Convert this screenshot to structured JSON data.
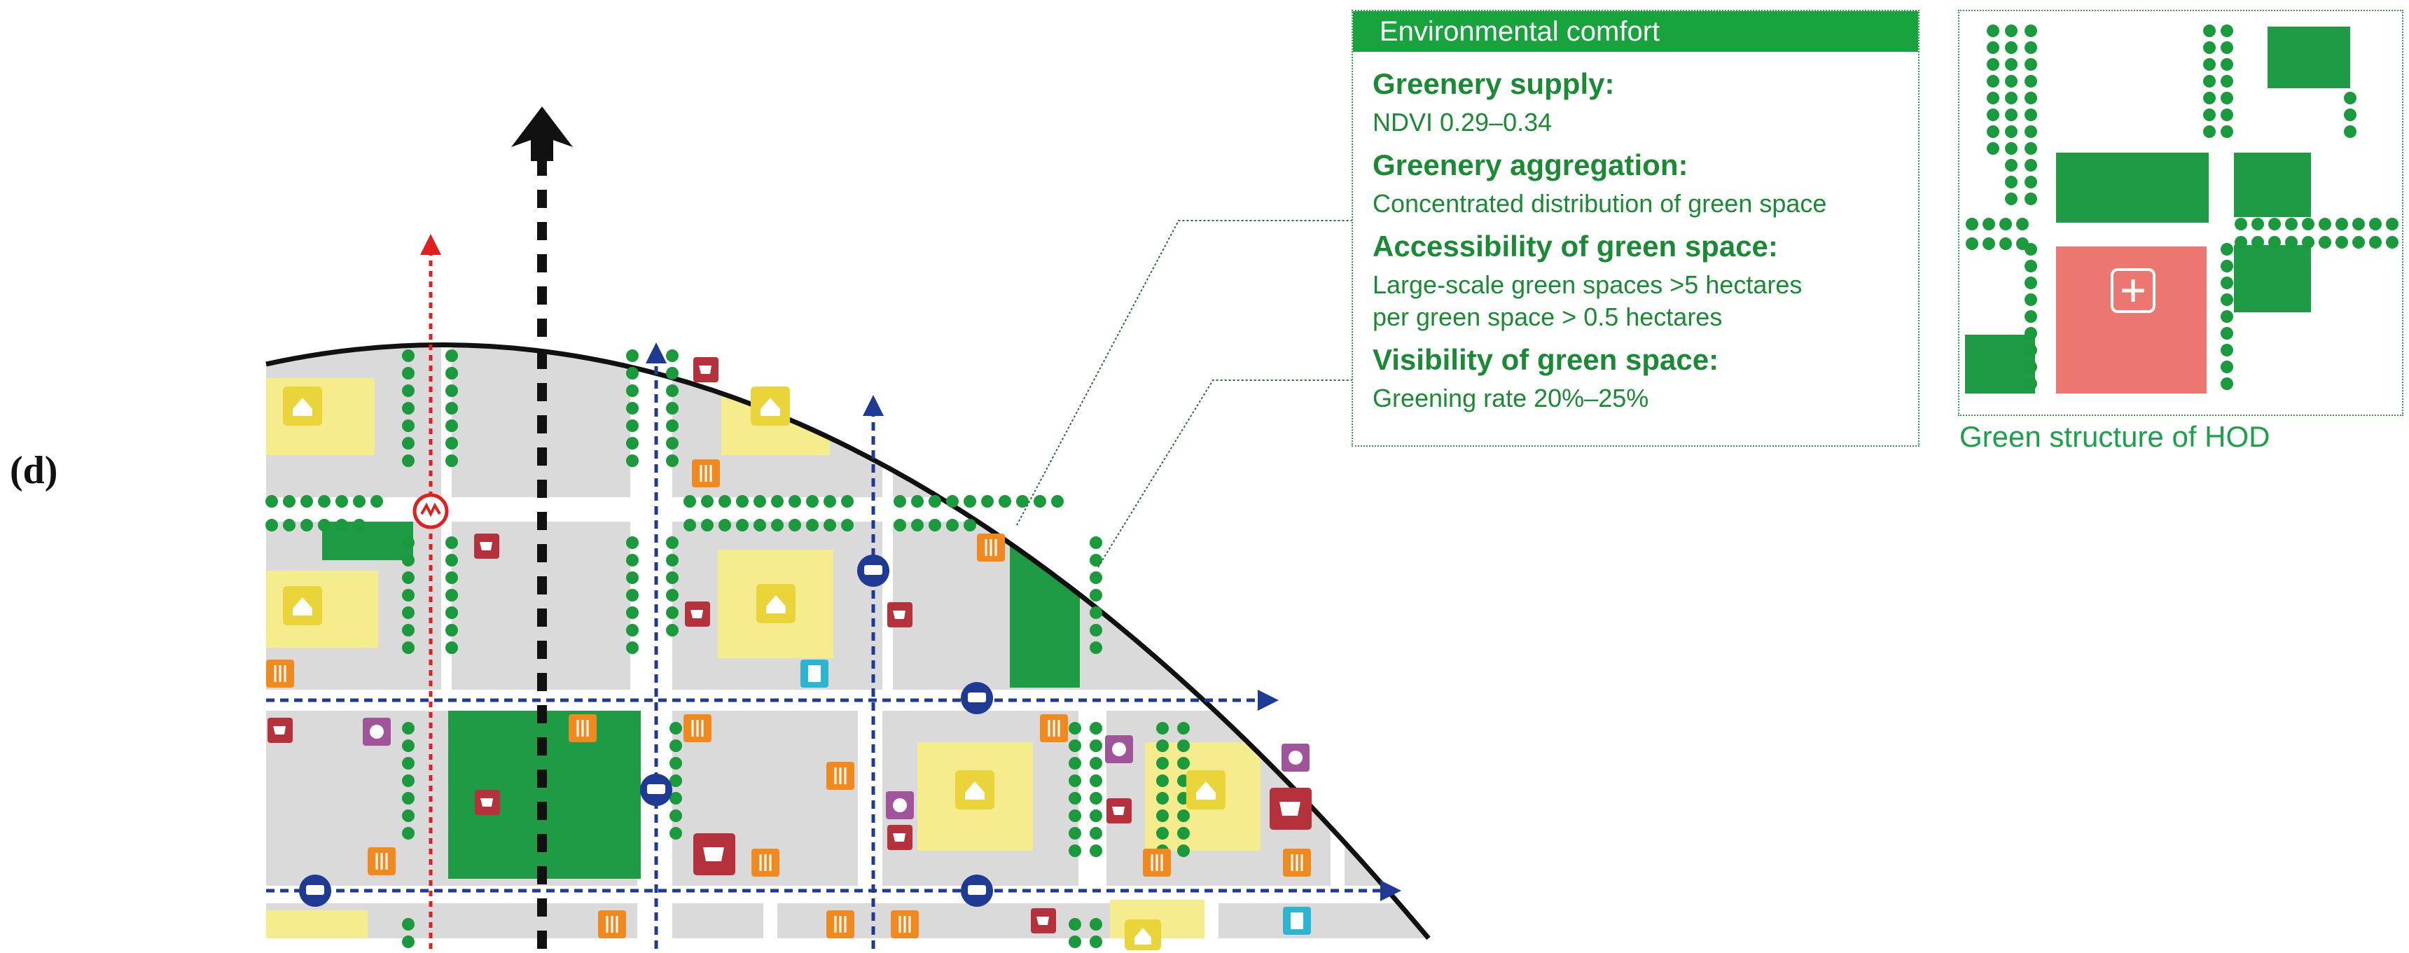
{
  "panel": {
    "label": "(d)"
  },
  "env_box": {
    "header": "Environmental comfort",
    "sections": [
      {
        "heading": "Greenery supply:",
        "lines": [
          "NDVI 0.29–0.34"
        ]
      },
      {
        "heading": "Greenery aggregation:",
        "lines": [
          "Concentrated distribution of green space"
        ]
      },
      {
        "heading": "Accessibility of green space:",
        "lines": [
          "Large-scale green spaces >5 hectares",
          "per green space > 0.5 hectares"
        ]
      },
      {
        "heading": "Visibility of green space:",
        "lines": [
          "Greening rate 20%–25%"
        ]
      }
    ]
  },
  "hod_inset": {
    "caption": "Green structure of HOD"
  },
  "colors": {
    "green_space": "#1f9a45",
    "tree_dot": "#1a9a3c",
    "residential": "#f5ec8e",
    "block": "#dadada",
    "hospital": "#ec7770",
    "bus_route": "#1f3a93",
    "metro_route": "#e02020",
    "icon_shop": "#b5323c",
    "icon_food": "#f08a1f",
    "icon_laundry": "#a0559a",
    "icon_office": "#2bb5d0",
    "icon_home": "#e9d53a"
  },
  "icons": [
    "home-icon",
    "shopping-cart-icon",
    "restaurant-icon",
    "laundry-icon",
    "office-building-icon",
    "bus-stop-icon",
    "metro-station-icon",
    "hospital-cross-icon",
    "direction-arrow-icon"
  ]
}
